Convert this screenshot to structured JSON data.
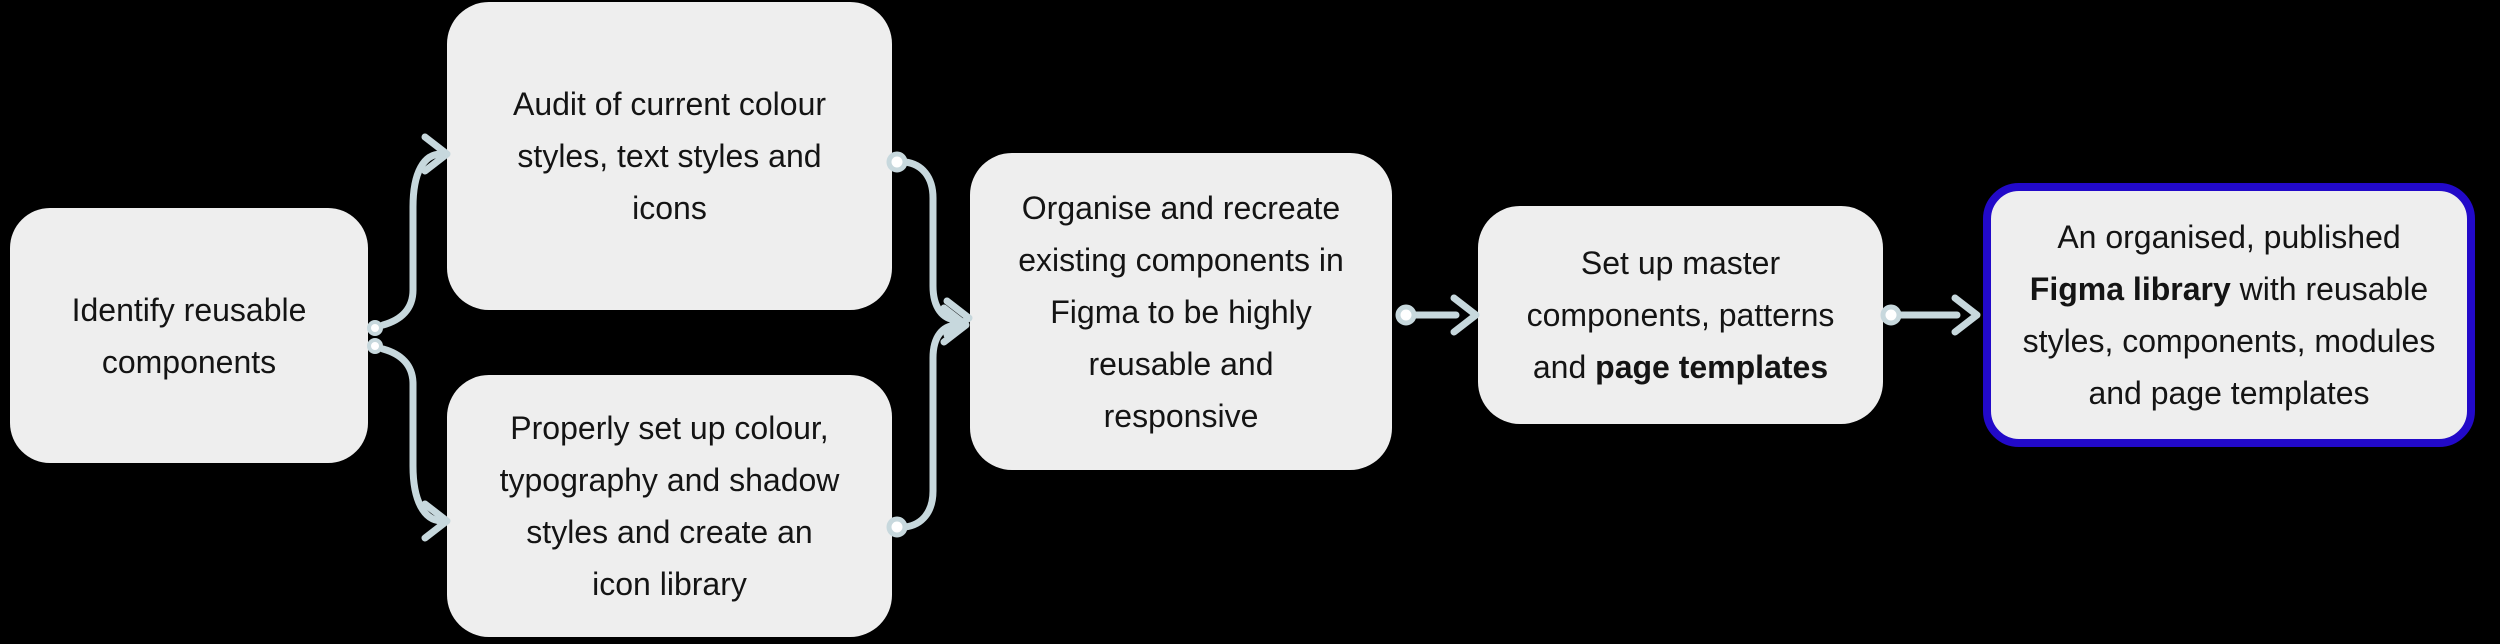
{
  "diagram": {
    "type": "flowchart",
    "direction": "left-to-right",
    "nodes": [
      {
        "id": "identify-reusable-components",
        "text": "Identify reusable\ncomponents",
        "highlighted": false
      },
      {
        "id": "audit-current-styles",
        "text": "Audit of current colour\nstyles, text styles and\nicons",
        "highlighted": false
      },
      {
        "id": "set-up-styles-icon-library",
        "text": "Properly set up colour,\ntypography and shadow\nstyles and create an\nicon library",
        "highlighted": false
      },
      {
        "id": "organise-recreate-components",
        "text": "Organise and recreate\nexisting components in\nFigma to be highly\nreusable and\nresponsive",
        "highlighted": false
      },
      {
        "id": "set-up-master-components",
        "text": "Set up master\ncomponents, patterns\nand **page templates**",
        "highlighted": false
      },
      {
        "id": "published-figma-library",
        "text": "An organised, published\n**Figma library** with reusable\nstyles, components, modules\nand page templates",
        "highlighted": true
      }
    ],
    "edges": [
      {
        "from": "identify-reusable-components",
        "to": "audit-current-styles"
      },
      {
        "from": "identify-reusable-components",
        "to": "set-up-styles-icon-library"
      },
      {
        "from": "audit-current-styles",
        "to": "organise-recreate-components"
      },
      {
        "from": "set-up-styles-icon-library",
        "to": "organise-recreate-components"
      },
      {
        "from": "organise-recreate-components",
        "to": "set-up-master-components"
      },
      {
        "from": "set-up-master-components",
        "to": "published-figma-library"
      }
    ]
  },
  "colors": {
    "background": "#000000",
    "node_fill": "#eeeeee",
    "text": "#141414",
    "connector": "#c7d8dd",
    "port_fill": "#ffffff",
    "highlight_border": "#2209c9"
  }
}
